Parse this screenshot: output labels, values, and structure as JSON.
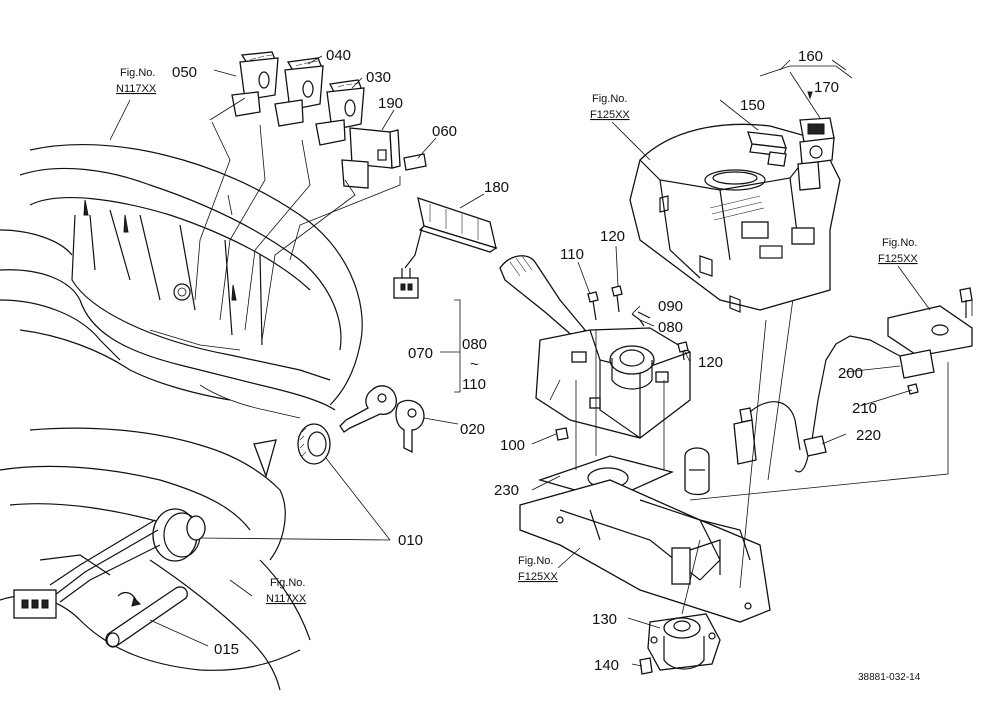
{
  "drawing_code": "38881-032-14",
  "references": {
    "fig_label": "Fig.No.",
    "ref_a": "N117XX",
    "ref_b": "F125XX"
  },
  "parts": {
    "p010": "010",
    "p015": "015",
    "p020": "020",
    "p030": "030",
    "p040": "040",
    "p050": "050",
    "p060": "060",
    "p070": "070",
    "p080a": "080",
    "p080b": "080",
    "p090": "090",
    "p100": "100",
    "p110a": "110",
    "p110b": "110",
    "p120a": "120",
    "p120b": "120",
    "p130": "130",
    "p140": "140",
    "p150": "150",
    "p160": "160",
    "p170": "170",
    "p180": "180",
    "p190": "190",
    "p200": "200",
    "p210": "210",
    "p220": "220",
    "p230": "230",
    "range_sep": "~"
  }
}
